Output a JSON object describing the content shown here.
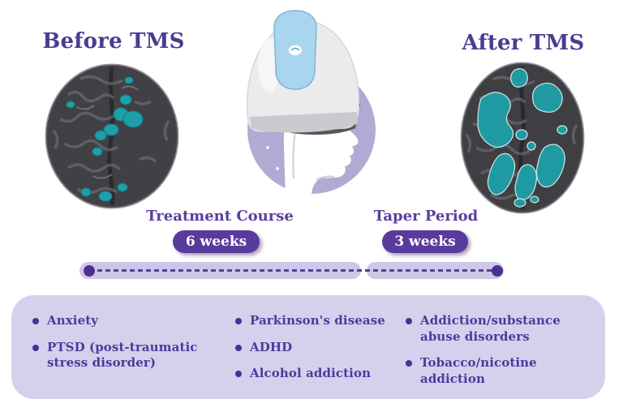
{
  "header": {
    "before_label": "Before TMS",
    "after_label": "After TMS"
  },
  "timeline": {
    "treatment": {
      "label": "Treatment Course",
      "duration": "6 weeks"
    },
    "taper": {
      "label": "Taper Period",
      "duration": "3 weeks"
    }
  },
  "conditions": {
    "column1": [
      "Anxiety",
      "PTSD (post-traumatic stress disorder)"
    ],
    "column2": [
      "Parkinson's disease",
      "ADHD",
      "Alcohol addiction"
    ],
    "column3": [
      "Addiction/substance abuse disorders",
      "Tobacco/nicotine addiction"
    ]
  },
  "icons": {
    "before_brain": "brain-scan-few-active-spots",
    "after_brain": "brain-scan-many-active-spots",
    "device": "tms-helmet-on-head-silhouette",
    "logo": "brand-logo-icon"
  },
  "colors": {
    "accent_purple": "#5b3a9d",
    "heading_purple": "#473e92",
    "text_purple": "#4c3a9c",
    "timeline_bar_lavender": "#cec8e8",
    "conditions_box_lavender": "#d6d0ec",
    "circle_lavender": "#b0aad5",
    "activity_teal": "#1f9fa8",
    "brain_gray": "#404045",
    "helmet_blue": "#a9d5ef"
  }
}
